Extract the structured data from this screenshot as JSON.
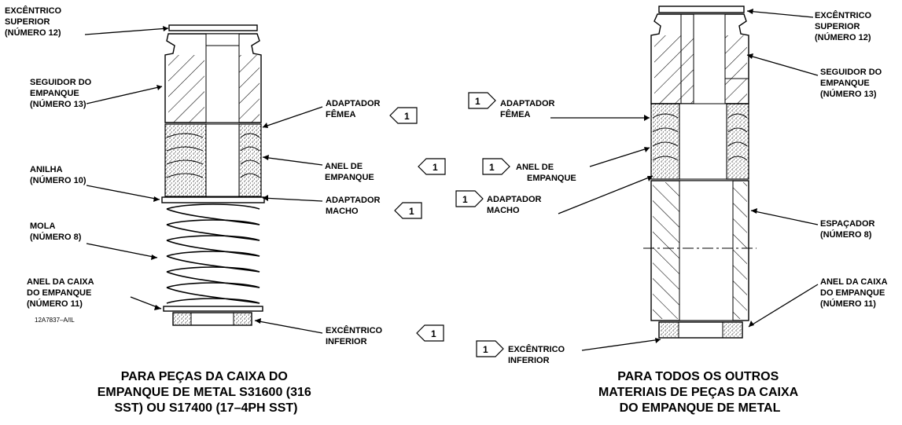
{
  "left_figure": {
    "labels": {
      "excentrico_superior": [
        "EXCÊNTRICO",
        "SUPERIOR",
        "(NÚMERO 12)"
      ],
      "seguidor": [
        "SEGUIDOR DO",
        "EMPANQUE",
        "(NÚMERO 13)"
      ],
      "anilha": [
        "ANILHA",
        "(NÚMERO 10)"
      ],
      "mola": [
        "MOLA",
        "(NÚMERO 8)"
      ],
      "anel_caixa": [
        "ANEL DA CAIXA",
        "DO EMPANQUE",
        "(NÚMERO 11)"
      ],
      "adaptador_femea": [
        "ADAPTADOR",
        "FÊMEA"
      ],
      "anel_empanque": [
        "ANEL DE",
        "EMPANQUE"
      ],
      "adaptador_macho": [
        "ADAPTADOR",
        "MACHO"
      ],
      "excentrico_inferior": [
        "EXCÊNTRICO",
        "INFERIOR"
      ]
    },
    "drawing_code": "12A7837–A/IL",
    "caption": [
      "PARA PEÇAS DA CAIXA DO",
      "EMPANQUE DE METAL S31600 (316",
      "SST) OU S17400 (17–4PH SST)"
    ]
  },
  "right_figure": {
    "labels": {
      "excentrico_superior": [
        "EXCÊNTRICO",
        "SUPERIOR",
        "(NÚMERO 12)"
      ],
      "seguidor": [
        "SEGUIDOR DO",
        "EMPANQUE",
        "(NÚMERO 13)"
      ],
      "adaptador_femea": [
        "ADAPTADOR",
        "FÊMEA"
      ],
      "anel_empanque": [
        "ANEL DE",
        "EMPANQUE"
      ],
      "adaptador_macho": [
        "ADAPTADOR",
        "MACHO"
      ],
      "espacador": [
        "ESPAÇADOR",
        "(NÚMERO 8)"
      ],
      "anel_caixa": [
        "ANEL DA CAIXA",
        "DO EMPANQUE",
        "(NÚMERO 11)"
      ],
      "excentrico_inferior": [
        "EXCÊNTRICO",
        "INFERIOR"
      ]
    },
    "caption": [
      "PARA TODOS OS OUTROS",
      "MATERIAIS DE PEÇAS DA CAIXA",
      "DO EMPANQUE DE METAL"
    ]
  },
  "note_flag": "1"
}
